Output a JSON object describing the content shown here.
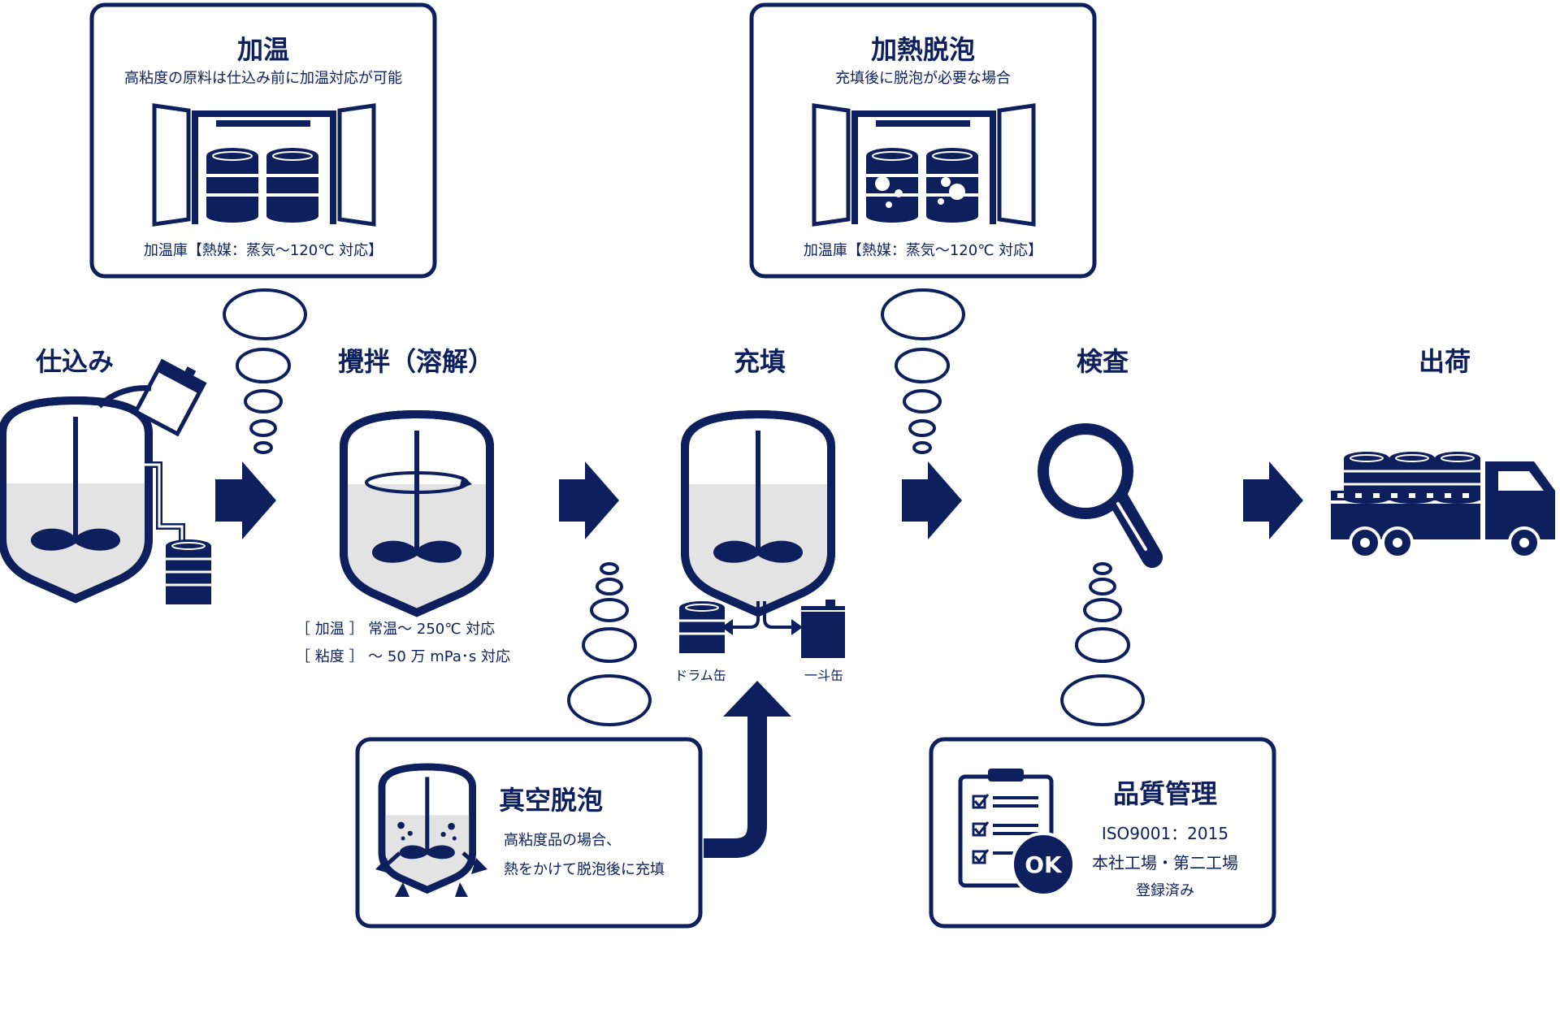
{
  "stages": {
    "shikomi": "仕込み",
    "kakuhan": "攪拌（溶解）",
    "juten": "充填",
    "kensa": "検査",
    "shukka": "出荷"
  },
  "heating_box": {
    "title": "加温",
    "subtitle": "高粘度の原料は仕込み前に加温対応が可能",
    "caption": "加温庫【熱媒：蒸気〜120℃ 対応】"
  },
  "defoam_heat_box": {
    "title": "加熱脱泡",
    "subtitle": "充填後に脱泡が必要な場合",
    "caption": "加温庫【熱媒：蒸気〜120℃ 対応】"
  },
  "vacuum_box": {
    "title": "真空脱泡",
    "line1": "高粘度品の場合、",
    "line2": "熱をかけて脱泡後に充填"
  },
  "quality_box": {
    "title": "品質管理",
    "line1": "ISO9001：2015",
    "line2": "本社工場・第二工場",
    "line3": "登録済み",
    "ok_badge": "OK"
  },
  "mixing_notes": {
    "heating": "［ 加温 ］ 常温〜 250℃ 対応",
    "viscosity": "［ 粘度 ］ 〜 50 万 mPa･s 対応"
  },
  "container_labels": {
    "drum": "ドラム缶",
    "can": "一斗缶"
  },
  "colors": {
    "navy": "#0d1f5c",
    "liquid": "#e3e3e3",
    "background": "#ffffff"
  }
}
